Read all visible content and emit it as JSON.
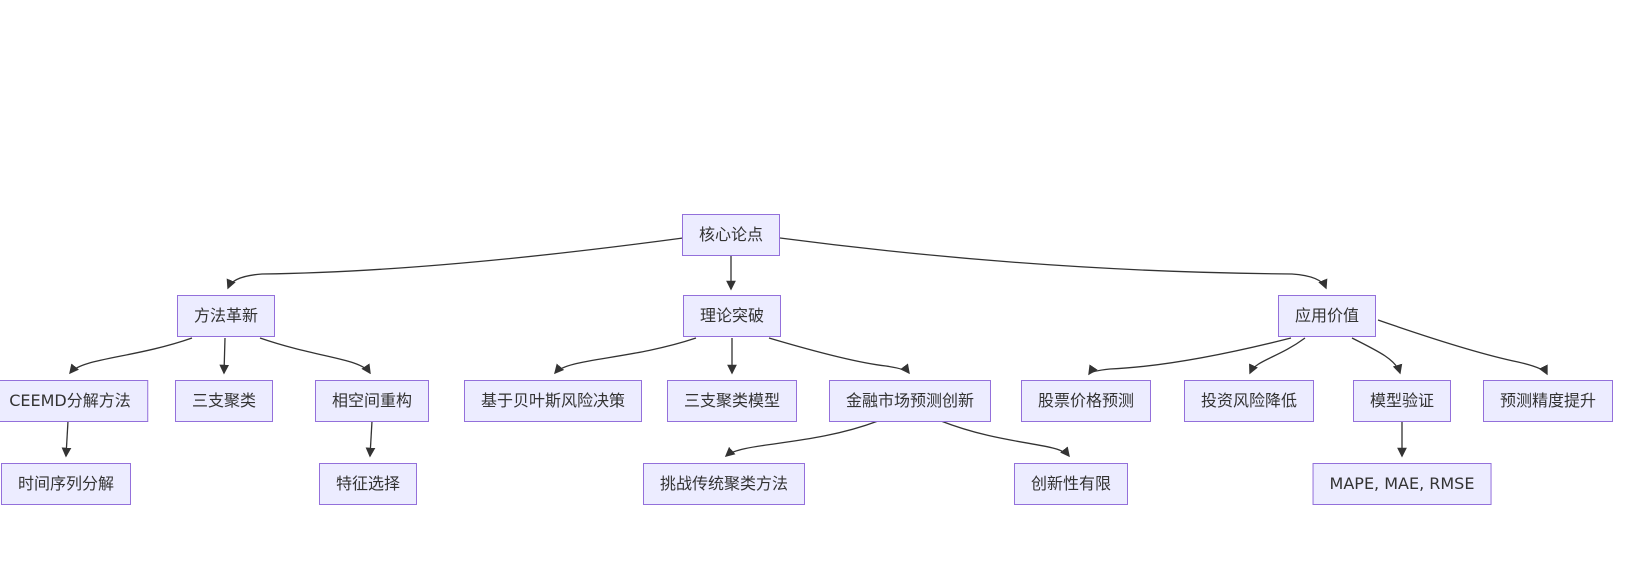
{
  "diagram_type": "flowchart-mindmap",
  "colors": {
    "background": "#ffffff",
    "node_fill": "#ECECFF",
    "node_border": "#9370DB",
    "edge_line": "#333333",
    "text": "#333333"
  },
  "nodes": {
    "core": {
      "label": "核心论点"
    },
    "method": {
      "label": "方法革新"
    },
    "theory": {
      "label": "理论突破"
    },
    "application": {
      "label": "应用价值"
    },
    "ceemd": {
      "label": "CEEMD分解方法"
    },
    "three_way": {
      "label": "三支聚类"
    },
    "phase_space": {
      "label": "相空间重构"
    },
    "bayes": {
      "label": "基于贝叶斯风险决策"
    },
    "three_way_model": {
      "label": "三支聚类模型"
    },
    "finance_innovation": {
      "label": "金融市场预测创新"
    },
    "stock_prediction": {
      "label": "股票价格预测"
    },
    "risk_reduction": {
      "label": "投资风险降低"
    },
    "model_validation": {
      "label": "模型验证"
    },
    "accuracy_improvement": {
      "label": "预测精度提升"
    },
    "time_series": {
      "label": "时间序列分解"
    },
    "feature_selection": {
      "label": "特征选择"
    },
    "challenge_clustering": {
      "label": "挑战传统聚类方法"
    },
    "limited_innovation": {
      "label": "创新性有限"
    },
    "metrics": {
      "label": "MAPE, MAE, RMSE"
    }
  },
  "edges": [
    {
      "from": "核心论点",
      "to": "方法革新"
    },
    {
      "from": "核心论点",
      "to": "理论突破"
    },
    {
      "from": "核心论点",
      "to": "应用价值"
    },
    {
      "from": "方法革新",
      "to": "CEEMD分解方法"
    },
    {
      "from": "方法革新",
      "to": "三支聚类"
    },
    {
      "from": "方法革新",
      "to": "相空间重构"
    },
    {
      "from": "理论突破",
      "to": "基于贝叶斯风险决策"
    },
    {
      "from": "理论突破",
      "to": "三支聚类模型"
    },
    {
      "from": "理论突破",
      "to": "金融市场预测创新"
    },
    {
      "from": "应用价值",
      "to": "股票价格预测"
    },
    {
      "from": "应用价值",
      "to": "投资风险降低"
    },
    {
      "from": "应用价值",
      "to": "模型验证"
    },
    {
      "from": "应用价值",
      "to": "预测精度提升"
    },
    {
      "from": "CEEMD分解方法",
      "to": "时间序列分解"
    },
    {
      "from": "相空间重构",
      "to": "特征选择"
    },
    {
      "from": "金融市场预测创新",
      "to": "挑战传统聚类方法"
    },
    {
      "from": "金融市场预测创新",
      "to": "创新性有限"
    },
    {
      "from": "模型验证",
      "to": "MAPE, MAE, RMSE"
    }
  ]
}
